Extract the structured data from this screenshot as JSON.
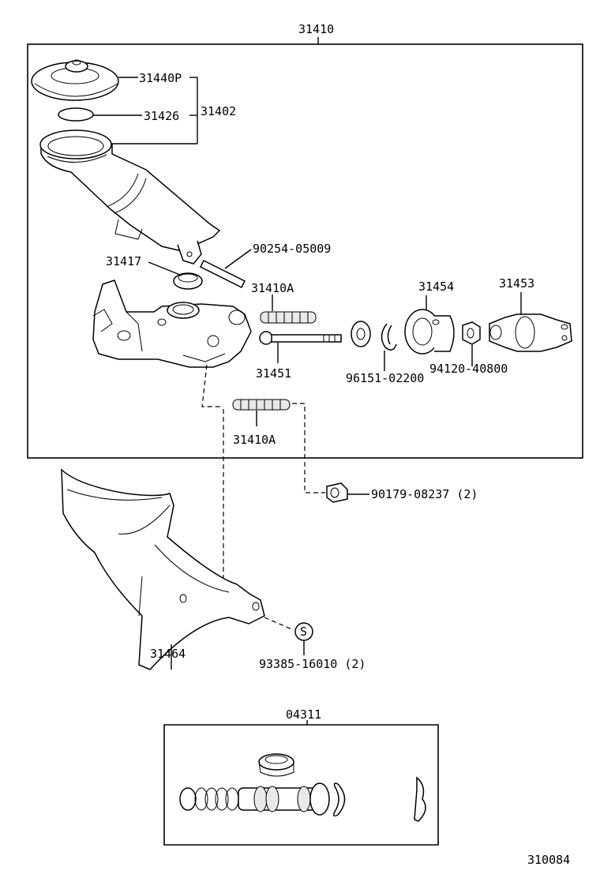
{
  "labels": {
    "assembly": "31410",
    "cap": "31440P",
    "gasket": "31426",
    "reservoir_set": "31402",
    "pin": "90254-05009",
    "grommet": "31417",
    "stud_a1": "31410A",
    "push_rod_kit": "31454",
    "clevis": "31453",
    "push_rod": "31451",
    "snap_ring": "96151-02200",
    "nut": "94120-40800",
    "stud_a2": "31410A",
    "flange_nut": "90179-08237 (2)",
    "bracket": "31464",
    "clip_s": "93385-16010 (2)",
    "circle_s": "S",
    "repair_kit": "04311",
    "illustration_no": "310084"
  }
}
